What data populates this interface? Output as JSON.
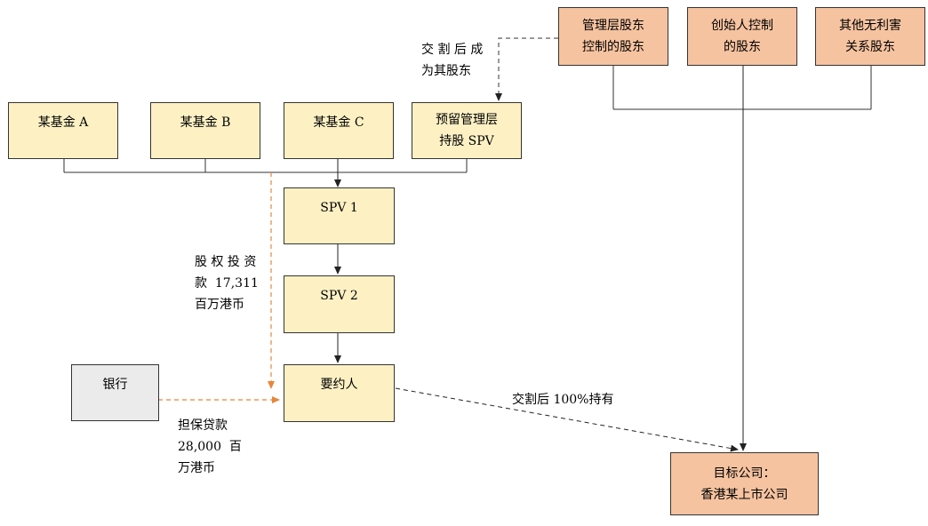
{
  "nodes": {
    "fund_a": "某基金 A",
    "fund_b": "某基金 B",
    "fund_c": "某基金 C",
    "mgmt_spv": [
      "预留管理层",
      "持股 SPV"
    ],
    "spv1": "SPV 1",
    "spv2": "SPV 2",
    "offeror": "要约人",
    "bank": "银行",
    "mgmt_shareholders": [
      "管理层股东",
      "控制的股东"
    ],
    "founder_shareholders": [
      "创始人控制",
      "的股东"
    ],
    "other_shareholders": [
      "其他无利害",
      "关系股东"
    ],
    "target": [
      "目标公司：",
      "香港某上市公司"
    ]
  },
  "labels": {
    "become_shareholder": [
      "交 割 后 成",
      "为其股东"
    ],
    "equity_investment": [
      "股 权 投 资",
      "款  17,311",
      "百万港币"
    ],
    "secured_loan": [
      "担保贷款",
      "28,000  百",
      "万港币"
    ],
    "post_close_hold": "交割后 100%持有"
  },
  "colors": {
    "node_yellow": "#fdf1c4",
    "node_orange": "#f6c3a0",
    "node_grey": "#ebebeb",
    "orange_arrow": "#e8853a",
    "line": "#333333"
  }
}
